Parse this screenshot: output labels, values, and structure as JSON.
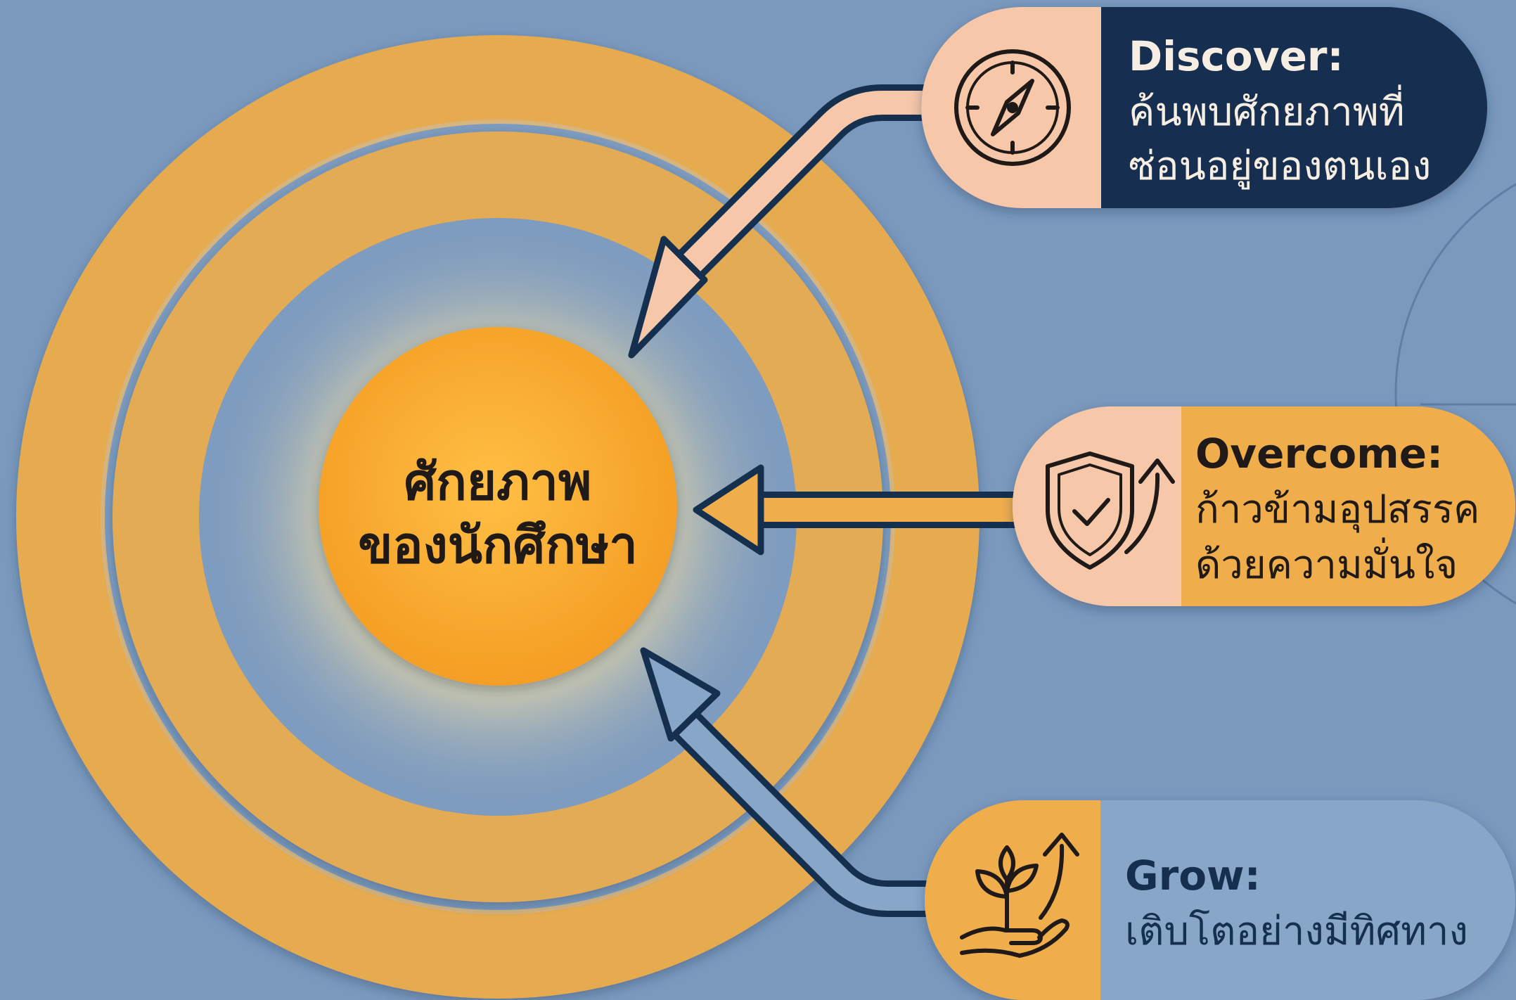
{
  "center": {
    "line1": "ศักยภาพ",
    "line2": "ของนักศึกษา"
  },
  "cards": [
    {
      "id": "discover",
      "icon": "compass-icon",
      "title": "Discover:",
      "line1": "ค้นพบศักยภาพที่",
      "line2": "ซ่อนอยู่ของตนเอง"
    },
    {
      "id": "overcome",
      "icon": "shield-check-arrow-icon",
      "title": "Overcome:",
      "line1": "ก้าวข้ามอุปสรรค",
      "line2": "ด้วยความมั่นใจ"
    },
    {
      "id": "grow",
      "icon": "hand-plant-arrow-icon",
      "title": "Grow:",
      "line1": "เติบโตอย่างมีทิศทาง",
      "line2": ""
    }
  ],
  "colors": {
    "background": "#7b99bd",
    "ring_gold": "#e7ab4f",
    "ring_blue": "#7e9cbf",
    "core_orange": "#f4a531",
    "navy": "#152f4f",
    "peach": "#f6c7a8",
    "card_blue": "#88a6c8"
  }
}
